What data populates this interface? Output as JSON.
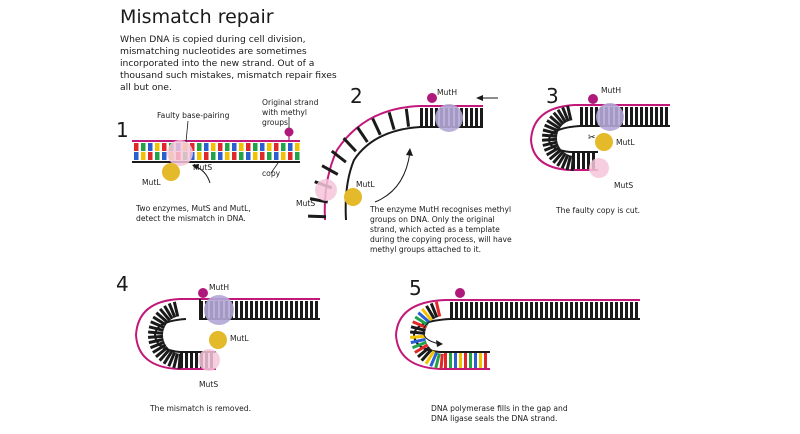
{
  "title": "Mismatch repair",
  "intro": "When DNA is copied during cell division, mismatching nucleotides are sometimes incorporated into the new strand. Out of a thousand such mistakes, mismatch repair fixes all but one.",
  "steps": [
    {
      "number": "1",
      "caption": "Two enzymes, MutS and MutL, detect the mismatch in DNA."
    },
    {
      "number": "2",
      "caption": "The enzyme MutH recognises methyl groups on DNA. Only the original strand, which acted as a template during the copying process, will have methyl groups attached to it."
    },
    {
      "number": "3",
      "caption": "The faulty copy is cut."
    },
    {
      "number": "4",
      "caption": "The mismatch is removed."
    },
    {
      "number": "5",
      "caption": "DNA polymerase fills in the gap and DNA ligase seals the DNA strand."
    }
  ],
  "labels": {
    "faulty_base_pairing": "Faulty base-pairing",
    "original_strand": "Original strand with methyl groups",
    "copy": "copy",
    "muts": "MutS",
    "mutl": "MutL",
    "muth": "MutH"
  },
  "colors": {
    "magenta_strand": "#c2187a",
    "rung": "#1a1a1a",
    "muts": "#f4c6d9",
    "mutl": "#e4b92a",
    "muth": "#b3a7d6",
    "methyl": "#b0197c",
    "base_red": "#e02828",
    "base_green": "#21a34a",
    "base_blue": "#2a5fd0",
    "base_yellow": "#f2c200"
  }
}
